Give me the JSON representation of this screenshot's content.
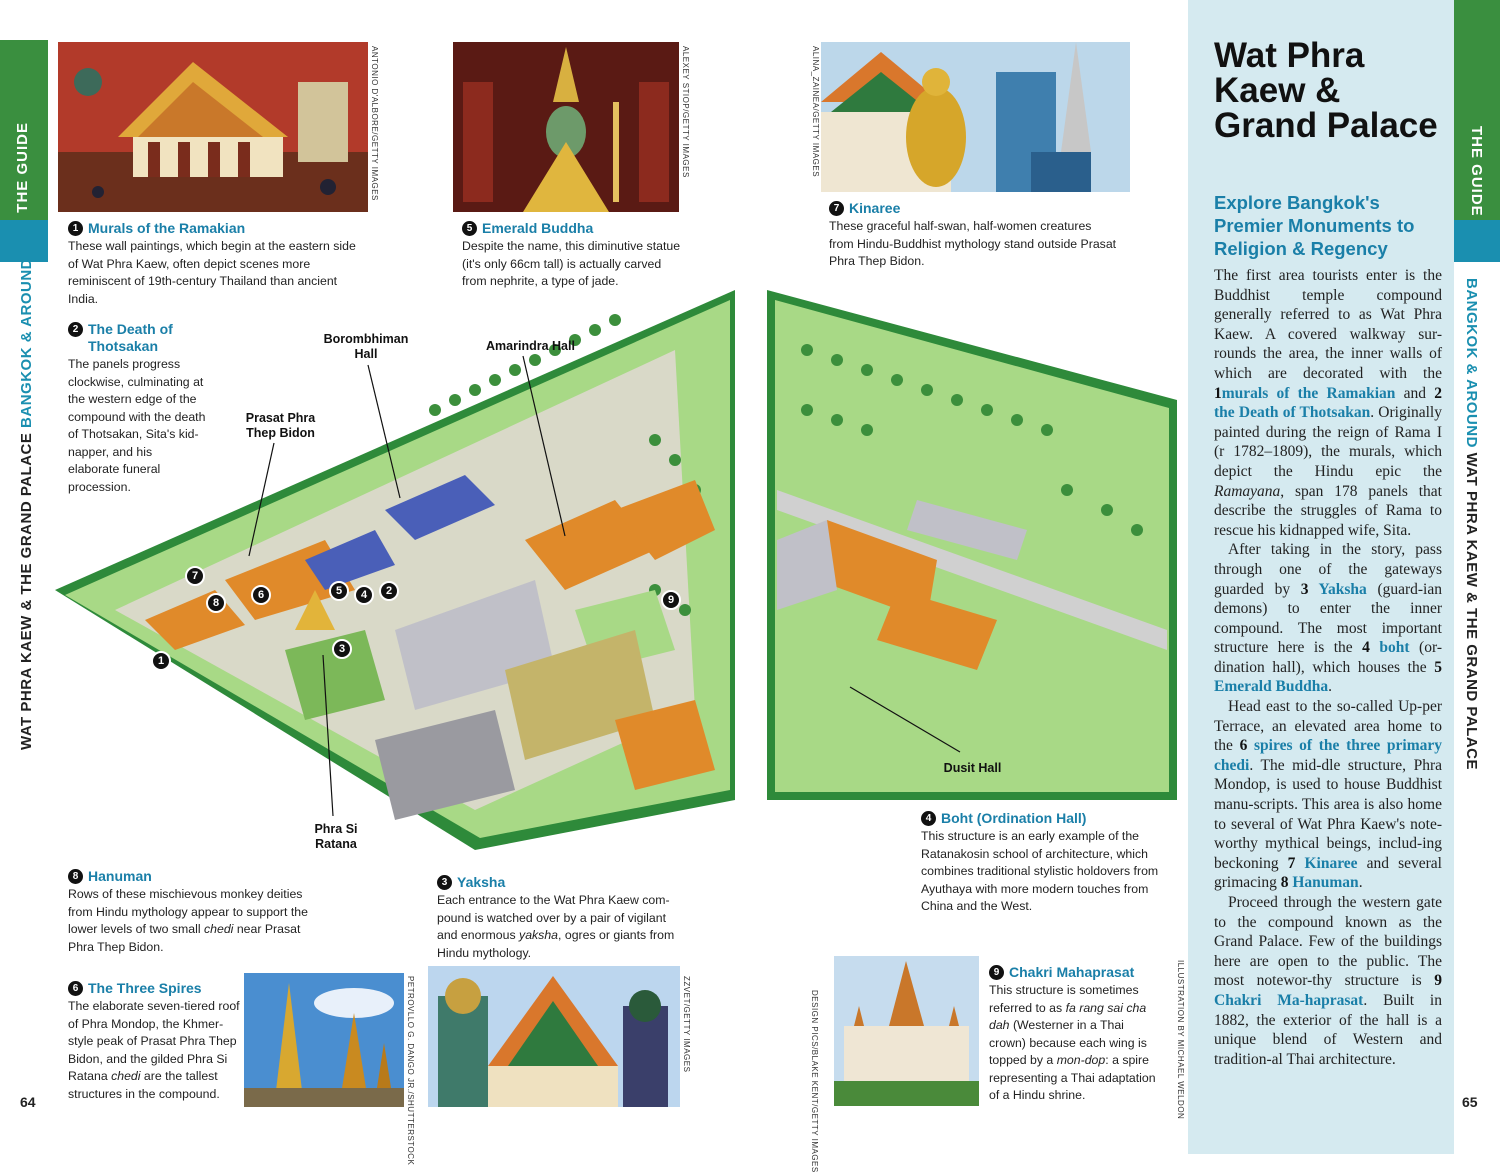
{
  "left_page": {
    "tab_label": "THE GUIDE",
    "running_head_main": "WAT PHRA KAEW & THE GRAND PALACE ",
    "running_head_accent": "BANGKOK & AROUND",
    "page_number": "64"
  },
  "right_page": {
    "tab_label": "THE GUIDE",
    "running_head_accent": "BANGKOK & AROUND ",
    "running_head_main": "WAT PHRA KAEW & THE GRAND PALACE",
    "page_number": "65"
  },
  "credits": {
    "murals": "ANTONIO D'ALBORE/GETTY IMAGES",
    "emerald": "ALEXEY STIOP/GETTY IMAGES",
    "kinaree": "ALINA_ZAINEA/GETTY IMAGES",
    "spires": "PETROVLLO G. DANGO JR./SHUTTERSTOCK",
    "yaksha": "ZZVET/GETTY IMAGES",
    "chakri": "DESIGN PICS/BLAKE KENT/GETTY IMAGES",
    "illustration": "ILLUSTRATION BY MICHAEL WELDON"
  },
  "captions": {
    "murals": {
      "num": "1",
      "title": "Murals of the Ramakian",
      "body": "These wall paintings, which begin at the eastern side of Wat Phra Kaew, often depict scenes more reminiscent of 19th-century Thailand than ancient India."
    },
    "death": {
      "num": "2",
      "title": "The Death of Thotsakan",
      "body": "The panels progress clockwise, culminating at the western edge of the compound with the death of Thotsakan, Sita's kid-napper, and his elaborate funeral procession."
    },
    "emerald": {
      "num": "5",
      "title": "Emerald Buddha",
      "body": "Despite the name, this diminutive statue (it's only 66cm tall) is actually carved from nephrite, a type of jade."
    },
    "kinaree": {
      "num": "7",
      "title": "Kinaree",
      "body": "These graceful half-swan, half-women creatures from Hindu-Buddhist mythology stand outside Prasat Phra Thep Bidon."
    },
    "hanuman": {
      "num": "8",
      "title": "Hanuman",
      "body_a": "Rows of these mischievous monkey deities from Hindu mythology appear to support the lower levels of two small ",
      "body_em": "chedi",
      "body_b": " near Prasat Phra Thep Bidon."
    },
    "yaksha": {
      "num": "3",
      "title": "Yaksha",
      "body_a": "Each entrance to the Wat Phra Kaew com-pound is watched over by a pair of vigilant and enormous ",
      "body_em": "yaksha",
      "body_b": ", ogres or giants from Hindu mythology."
    },
    "spires": {
      "num": "6",
      "title": "The Three Spires",
      "body_a": "The elaborate seven-tiered roof of Phra Mondop, the Khmer-style peak of Prasat Phra Thep Bidon, and the gilded Phra Si Ratana ",
      "body_em": "chedi",
      "body_b": " are the tallest structures in the compound."
    },
    "boht": {
      "num": "4",
      "title": "Boht (Ordination Hall)",
      "body": "This structure is an early example of the Ratanakosin school of architecture, which combines traditional stylistic holdovers from Ayuthaya with more modern touches from China and the West."
    },
    "chakri": {
      "num": "9",
      "title": "Chakri Mahaprasat",
      "body_a": "This structure is sometimes referred to as ",
      "body_em": "fa rang sai cha dah",
      "body_b": " (Westerner in a Thai crown) because each wing is topped by a ",
      "body_em2": "mon-dop",
      "body_c": ": a spire representing a Thai adaptation of a Hindu shrine."
    }
  },
  "map_labels": {
    "borombhiman": "Borombhiman Hall",
    "amarindra": "Amarindra Hall",
    "prasat": "Prasat Phra Thep Bidon",
    "phra_si": "Phra Si Ratana",
    "dusit": "Dusit Hall"
  },
  "map_markers": [
    "7",
    "8",
    "6",
    "5",
    "4",
    "2",
    "3",
    "1",
    "9"
  ],
  "panel": {
    "title": "Wat Phra Kaew & Grand Palace",
    "subtitle": "Explore Bangkok's Premier Monuments to Religion & Regency",
    "p1_a": "The first area tourists enter is the Buddhist temple compound generally referred to as Wat Phra Kaew. A covered walkway sur-rounds the area, the inner walls of which are decorated with the ",
    "p1_n1": "1",
    "p1_l1": "murals of the Ramakian",
    "p1_b": " and ",
    "p1_n2": "2",
    "p1_l2": " the Death of Thotsakan",
    "p1_c": ". Originally painted during the reign of Rama I (r 1782–1809), the murals, which depict the Hindu epic the ",
    "p1_em": "Ramayana",
    "p1_d": ", span 178 panels that describe the struggles of Rama to rescue his kidnapped wife, Sita.",
    "p2_a": "After taking in the story, pass through one of the gateways guarded by ",
    "p2_n1": "3",
    "p2_l1": " Yaksha",
    "p2_b": " (guard-ian demons) to enter the inner compound. The most important structure here is the ",
    "p2_n2": "4",
    "p2_l2": " boht",
    "p2_c": " (or-dination hall), which houses the ",
    "p2_n3": "5",
    "p2_l3": " Emerald Buddha",
    "p2_d": ".",
    "p3_a": "Head east to the so-called Up-per Terrace, an elevated area home to the ",
    "p3_n1": "6",
    "p3_l1": " spires of the three primary chedi",
    "p3_b": ". The mid-dle structure, Phra Mondop, is used to house Buddhist manu-scripts. This area is also home to several of Wat Phra Kaew's note-worthy mythical beings, includ-ing beckoning ",
    "p3_n2": "7",
    "p3_l2": " Kinaree",
    "p3_c": " and several grimacing ",
    "p3_n3": "8",
    "p3_l3": " Hanuman",
    "p3_d": ".",
    "p4_a": "Proceed through the western gate to the compound known as the Grand Palace. Few of the buildings here are open to the public. The most notewor-thy structure is ",
    "p4_n1": "9",
    "p4_l1": " Chakri Ma-haprasat",
    "p4_b": ". Built in 1882, the exterior of the hall is a unique blend of Western and tradition-al Thai architecture."
  },
  "colors": {
    "green_tab": "#3a8f3f",
    "teal_tab": "#1a8fb0",
    "accent_text": "#1a7fa8",
    "panel_bg": "#d5eaf0",
    "lawn": "#9fd47a"
  }
}
